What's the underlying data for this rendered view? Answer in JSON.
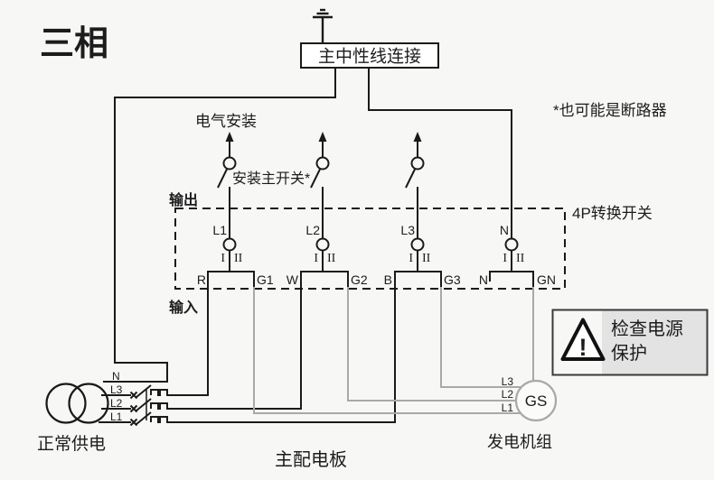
{
  "title": "三相",
  "neutral_link": {
    "label": "主中性线连接"
  },
  "annotations": {
    "electrical_installation": "电气安装",
    "install_main_switch": "安装主开关*",
    "output": "输出",
    "input": "输入",
    "breaker_note": "*也可能是断路器",
    "transfer_switch": "4P转换开关"
  },
  "switch_positions": {
    "pos1": "I",
    "pos2": "II"
  },
  "poles": [
    {
      "line": "L1",
      "normal": "R",
      "generator": "G1"
    },
    {
      "line": "L2",
      "normal": "W",
      "generator": "G2"
    },
    {
      "line": "L3",
      "normal": "B",
      "generator": "G3"
    },
    {
      "line": "N",
      "normal": "N",
      "generator": "GN"
    }
  ],
  "normal_supply": {
    "label": "正常供电",
    "terminals": [
      "N",
      "L3",
      "L2",
      "L1"
    ]
  },
  "generator": {
    "label": "发电机组",
    "symbol": "GS",
    "terminals": [
      "L3",
      "L2",
      "L1"
    ]
  },
  "warning": {
    "mark": "!",
    "line1": "检查电源",
    "line2": "保护"
  },
  "board": {
    "label": "主配电板"
  },
  "colors": {
    "background": "#f7f7f6",
    "wire_black": "#1a1a1a",
    "wire_gray": "#a9a9a9",
    "warning_panel_gray": "#e3e3e3",
    "generator_gray": "#a9a9a9"
  }
}
